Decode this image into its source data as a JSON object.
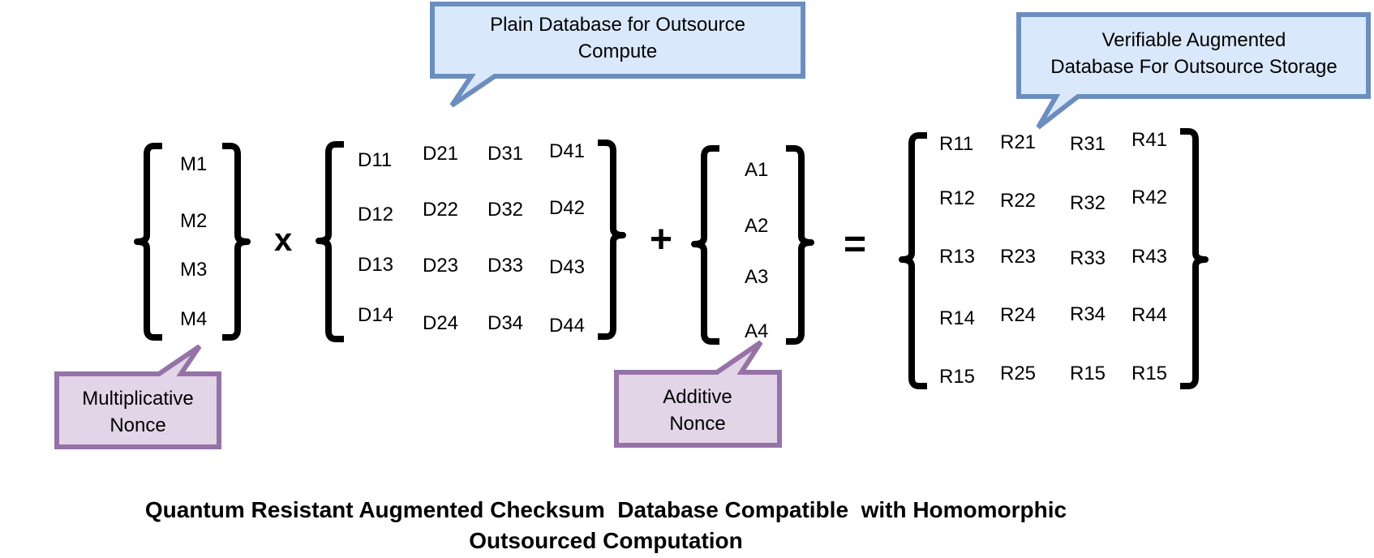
{
  "callouts": {
    "plain_db": "Plain Database for Outsource Compute",
    "plain_db_line1": "Plain Database for Outsource",
    "plain_db_line2": "Compute",
    "augmented_line1": "Verifiable Augmented",
    "augmented_line2": "Database For Outsource Storage",
    "mult_line1": "Multiplicative",
    "mult_line2": "Nonce",
    "add_line1": "Additive",
    "add_line2": "Nonce"
  },
  "matrices": {
    "M": [
      "M1",
      "M2",
      "M3",
      "M4"
    ],
    "D": [
      [
        "D11",
        "D21",
        "D31",
        "D41"
      ],
      [
        "D12",
        "D22",
        "D32",
        "D42"
      ],
      [
        "D13",
        "D23",
        "D33",
        "D43"
      ],
      [
        "D14",
        "D24",
        "D34",
        "D44"
      ]
    ],
    "A": [
      "A1",
      "A2",
      "A3",
      "A4"
    ],
    "R": [
      [
        "R11",
        "R21",
        "R31",
        "R41"
      ],
      [
        "R12",
        "R22",
        "R32",
        "R42"
      ],
      [
        "R13",
        "R23",
        "R33",
        "R43"
      ],
      [
        "R14",
        "R24",
        "R34",
        "R44"
      ],
      [
        "R15",
        "R25",
        "R15",
        "R15"
      ]
    ]
  },
  "operators": {
    "times": "x",
    "plus": "+",
    "equals": "="
  },
  "caption": {
    "line1": "Quantum Resistant Augmented Checksum  Database Compatible  with Homomorphic",
    "line2": "Outsourced Computation"
  },
  "colors": {
    "blue_fill": "#dae8fc",
    "blue_stroke": "#6c8ebf",
    "purple_fill": "#e1d5e7",
    "purple_stroke": "#9673a6"
  }
}
